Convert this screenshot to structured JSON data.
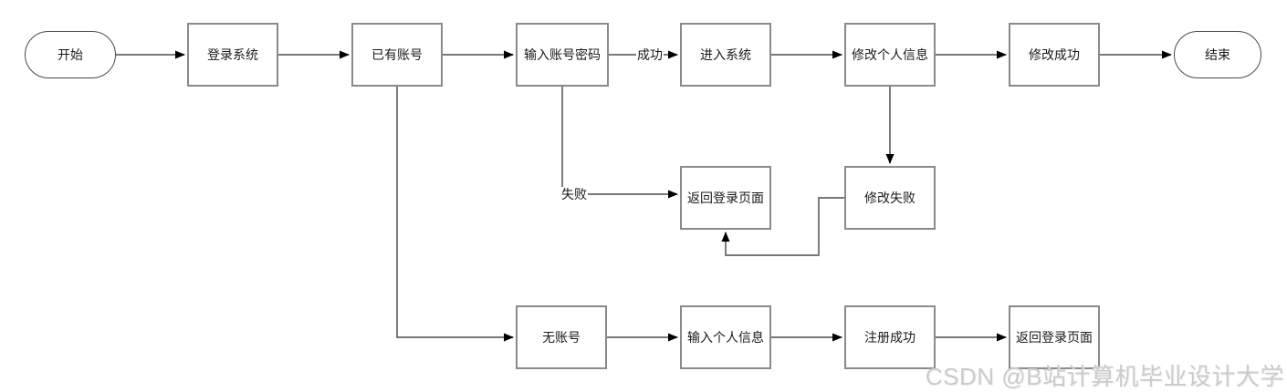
{
  "diagram": {
    "title": "user-login-register-flowchart",
    "nodes": [
      {
        "id": "start",
        "label": "开始",
        "type": "terminal"
      },
      {
        "id": "login",
        "label": "登录系统",
        "type": "process"
      },
      {
        "id": "has-account",
        "label": "已有账号",
        "type": "process"
      },
      {
        "id": "enter-cred",
        "label": "输入账号密码",
        "type": "process"
      },
      {
        "id": "enter-system",
        "label": "进入系统",
        "type": "process"
      },
      {
        "id": "modify-info",
        "label": "修改个人信息",
        "type": "process"
      },
      {
        "id": "modify-success",
        "label": "修改成功",
        "type": "process"
      },
      {
        "id": "end",
        "label": "结束",
        "type": "terminal"
      },
      {
        "id": "return-login",
        "label": "返回登录页面",
        "type": "process"
      },
      {
        "id": "modify-fail",
        "label": "修改失败",
        "type": "process"
      },
      {
        "id": "no-account",
        "label": "无账号",
        "type": "process"
      },
      {
        "id": "enter-personal",
        "label": "输入个人信息",
        "type": "process"
      },
      {
        "id": "register-success",
        "label": "注册成功",
        "type": "process"
      },
      {
        "id": "return-login-2",
        "label": "返回登录页面",
        "type": "process"
      }
    ],
    "edge_labels": {
      "success": "成功",
      "fail": "失败"
    },
    "colors": {
      "process_border": "#8a8a8a",
      "terminal_border": "#4a4a4a",
      "line": "#666666",
      "arrowhead": "#000000",
      "text": "#1a1a1a",
      "background": "#ffffff",
      "watermark": "#cbcbcb"
    }
  },
  "watermark": {
    "text": "CSDN @B站计算机毕业设计大学"
  }
}
